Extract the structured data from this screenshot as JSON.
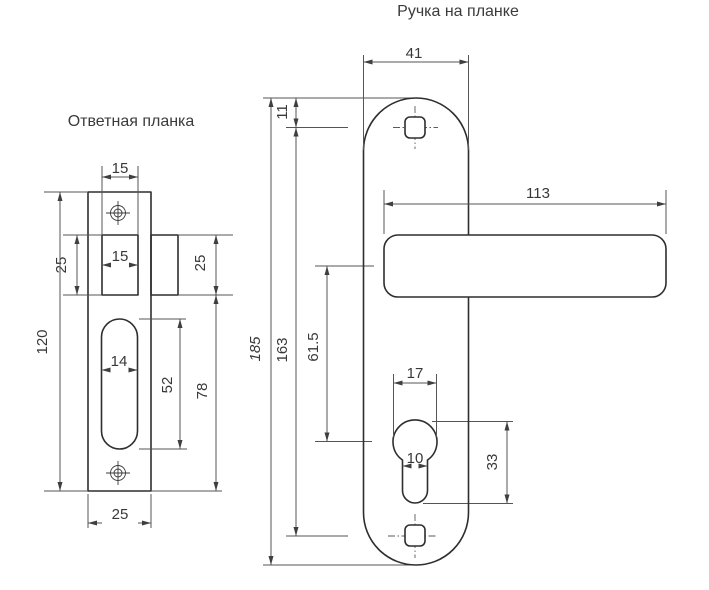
{
  "titles": {
    "left": "Ответная планка",
    "right": "Ручка на планке"
  },
  "strike_plate": {
    "latch_cutout_width_top": "15",
    "latch_cutout_width": "15",
    "latch_cutout_height": "25",
    "side_lip_height": "25",
    "plate_height": "120",
    "bolt_slot_width": "14",
    "bolt_slot_height": "52",
    "cutout_to_plate_bottom": "78",
    "plate_width": "25"
  },
  "handle_plate": {
    "plate_width": "41",
    "top_screw_offset": "11",
    "handle_length": "113",
    "plate_height": "185",
    "screw_spacing": "163",
    "handle_to_cylinder": "61.5",
    "cylinder_hole_width": "17",
    "cylinder_slot_width": "10",
    "cylinder_hole_height": "33"
  },
  "colors": {
    "outline": "#2e2e2e",
    "dimension": "#555555",
    "text": "#383838",
    "background": "#ffffff"
  }
}
